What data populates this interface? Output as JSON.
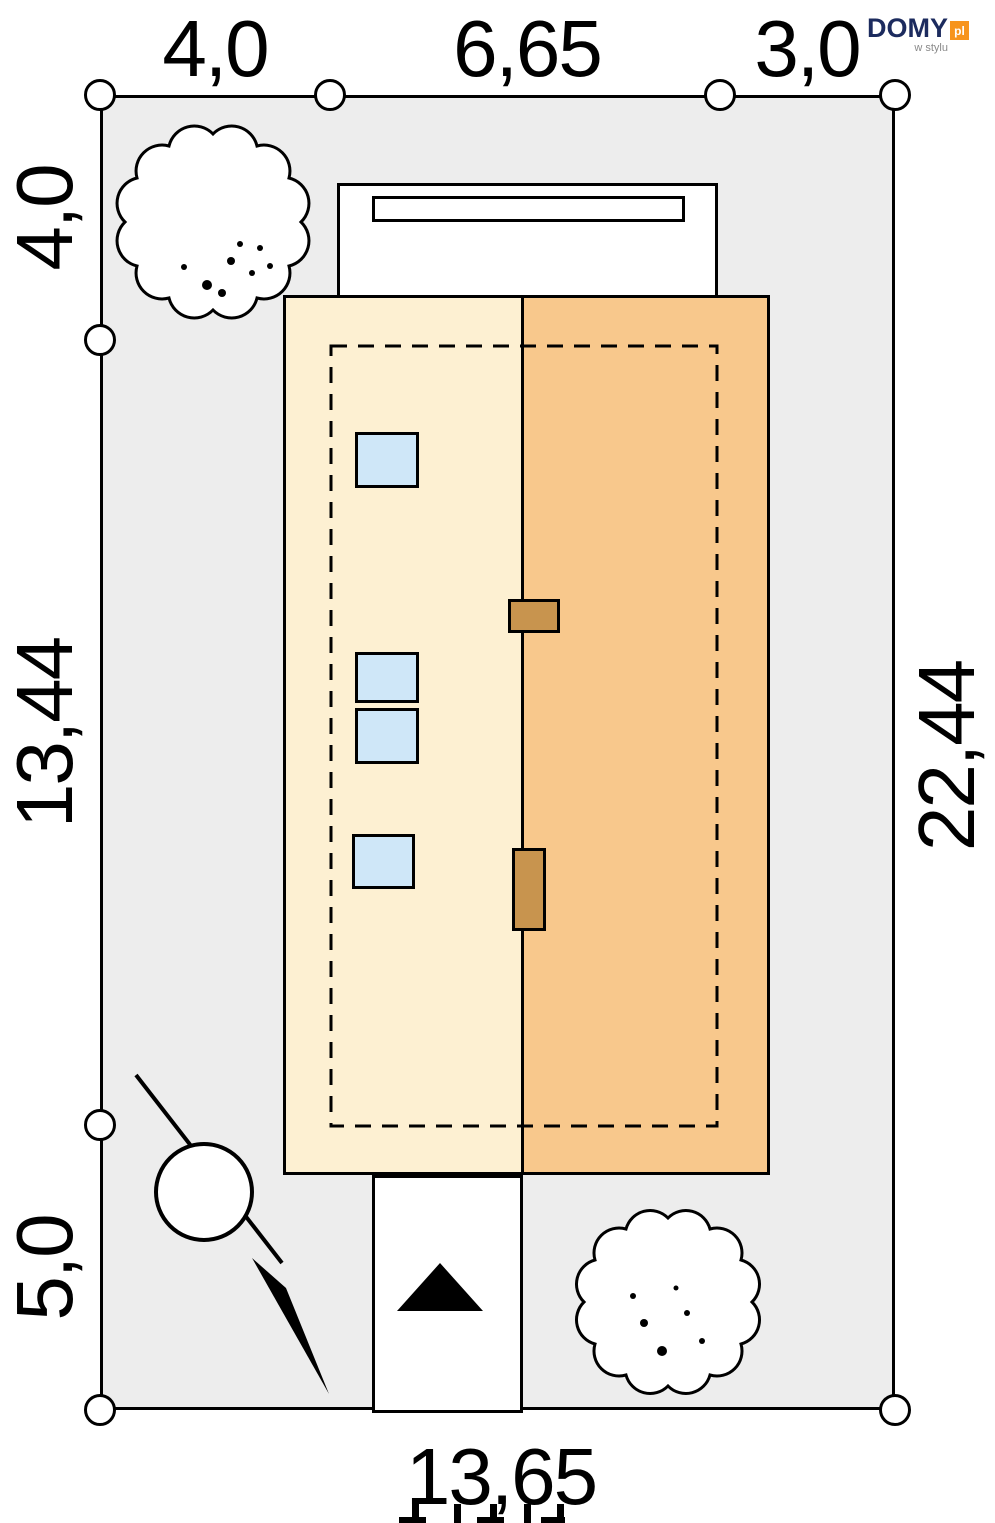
{
  "logo": {
    "brand": "DOMY",
    "sub": "w stylu",
    "tld": "pl"
  },
  "dimensions": {
    "top": [
      "4,0",
      "6,65",
      "3,0"
    ],
    "left": [
      "4,0",
      "13,44",
      "5,0"
    ],
    "right": [
      "22,44"
    ],
    "bottom": [
      "13,65"
    ]
  },
  "colors": {
    "plot_fill": "#ededed",
    "roof_left": "#fdf0d2",
    "roof_right": "#f8c88c",
    "skylight": "#cfe7f8",
    "chimney": "#c8944e",
    "line": "#000000",
    "logo_navy": "#1c2b5e",
    "logo_orange": "#f7941d"
  }
}
